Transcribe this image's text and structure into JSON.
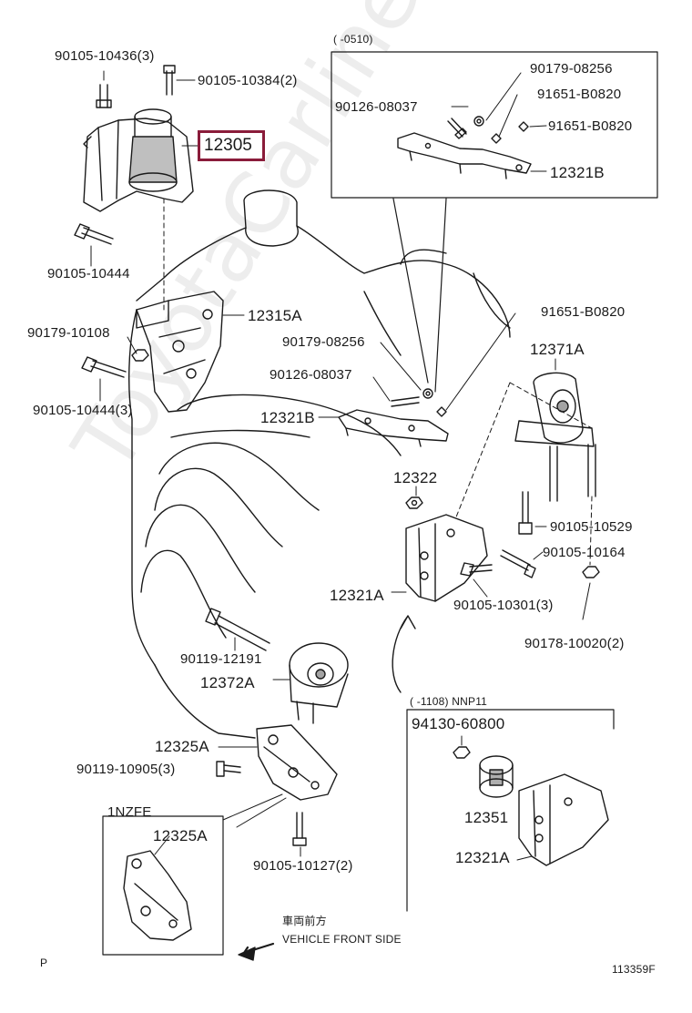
{
  "watermark": "ToyotaCarline.ru",
  "inset_top": {
    "header": "(      -0510)",
    "parts": [
      "90179-08256",
      "91651-B0820",
      "90126-08037",
      "91651-B0820",
      "12321B"
    ]
  },
  "inset_bottom_right": {
    "header": "(      -1108) NNP11",
    "part_number": "94130-60800",
    "parts": [
      "12351",
      "12321A"
    ]
  },
  "inset_bottom_left": {
    "header": "1NZFE",
    "parts": [
      "12325A"
    ]
  },
  "callouts": {
    "c1": "90105-10436(3)",
    "c2": "90105-10384(2)",
    "c3": "12305",
    "c4": "90105-10444",
    "c5": "12315A",
    "c6": "90179-10108",
    "c7": "90105-10444(3)",
    "c8": "91651-B0820",
    "c9": "90179-08256",
    "c10": "12371A",
    "c11": "90126-08037",
    "c12": "12321B",
    "c13": "12322",
    "c14": "90105-10529",
    "c15": "90105-10164",
    "c16": "12321A",
    "c17": "90105-10301(3)",
    "c18": "90178-10020(2)",
    "c19": "90119-12191",
    "c20": "12372A",
    "c21": "12325A",
    "c22": "90119-10905(3)",
    "c23": "90105-10127(2)"
  },
  "front_side": {
    "jp": "車両前方",
    "en": "VEHICLE FRONT SIDE"
  },
  "corner_left": "P",
  "drawing_number": "113359F"
}
